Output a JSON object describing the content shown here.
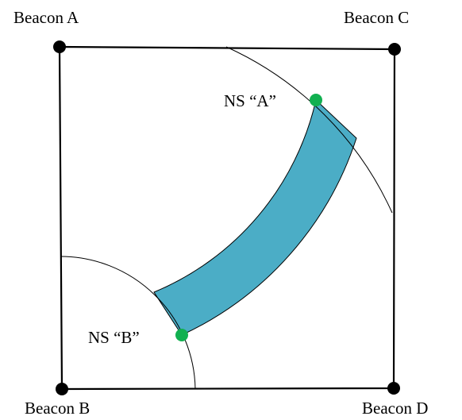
{
  "beacons": {
    "a": "Beacon A",
    "b": "Beacon B",
    "c": "Beacon C",
    "d": "Beacon D"
  },
  "nodes": {
    "a": "NS “A”",
    "b": "NS “B”"
  },
  "colors": {
    "band": "#4badc6",
    "node": "#11b050",
    "stroke": "#000000"
  }
}
